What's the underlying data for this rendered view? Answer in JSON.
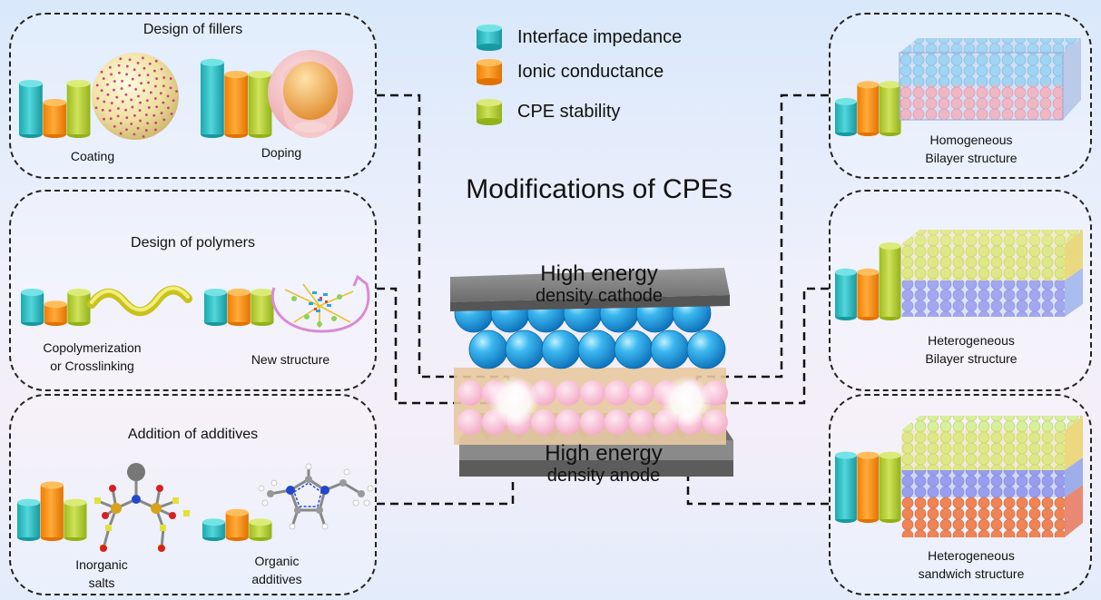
{
  "legend": [
    {
      "label": "Interface impedance",
      "color": "#30c0c6"
    },
    {
      "label": "Ionic conductance",
      "color": "#ff9410"
    },
    {
      "label": "CPE stability",
      "color": "#b6d23a"
    }
  ],
  "main_title": "Modifications of CPEs",
  "battery": {
    "cathode_line1": "High energy",
    "cathode_line2": "density cathode",
    "anode_line1": "High energy",
    "anode_line2": "density anode"
  },
  "panels": {
    "fillers": {
      "title": "Design of fillers",
      "coating_label": "Coating",
      "doping_label": "Doping",
      "bars_coating": [
        0.8,
        0.5,
        0.8
      ],
      "bars_doping": [
        0.9,
        0.75,
        0.75
      ]
    },
    "polymers": {
      "title": "Design of polymers",
      "copolymer_line1": "Copolymerization",
      "copolymer_line2": "or Crosslinking",
      "new_structure_label": "New structure",
      "bars_copolymer": [
        0.75,
        0.45,
        0.75
      ],
      "bars_new": [
        0.75,
        0.75,
        0.75
      ]
    },
    "additives": {
      "title": "Addition of additives",
      "inorganic_line1": "Inorganic",
      "inorganic_line2": "salts",
      "organic_line1": "Organic",
      "organic_line2": "additives",
      "bars_inorganic": [
        0.6,
        0.9,
        0.6
      ],
      "bars_organic": [
        0.4,
        0.65,
        0.4
      ]
    },
    "homogeneous": {
      "line1": "Homogeneous",
      "line2": "Bilayer structure",
      "bars": [
        0.55,
        0.85,
        0.85
      ]
    },
    "heterogeneous_bilayer": {
      "line1": "Heterogeneous",
      "line2": "Bilayer structure",
      "bars": [
        0.6,
        0.6,
        0.95
      ]
    },
    "heterogeneous_sandwich": {
      "line1": "Heterogeneous",
      "line2": "sandwich structure",
      "bars": [
        0.8,
        0.8,
        0.8
      ]
    }
  }
}
